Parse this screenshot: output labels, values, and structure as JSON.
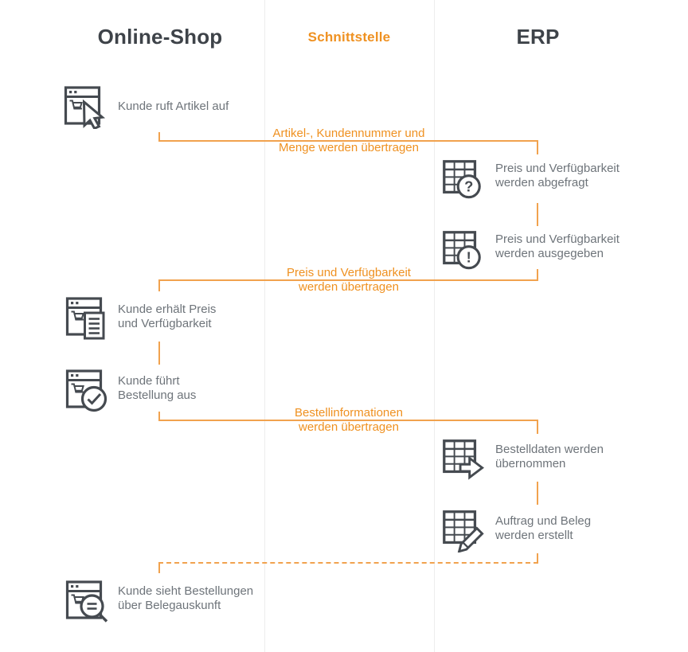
{
  "header": {
    "shop": "Online-Shop",
    "interface": "Schnittstelle",
    "erp": "ERP"
  },
  "colors": {
    "accent_orange_text": "#ef9121",
    "accent_orange_line": "#f1a24e",
    "heading_dark": "#3e4349",
    "body_gray": "#6e747a",
    "icon_stroke": "#454a50",
    "divider_gray": "#ededed"
  },
  "shop_steps": [
    {
      "icon": "browser-cart-cursor-icon",
      "text": "Kunde ruft Artikel auf"
    },
    {
      "icon": "browser-document-icon",
      "text": "Kunde erhält Preis\nund Verfügbarkeit"
    },
    {
      "icon": "browser-check-icon",
      "text": "Kunde führt\nBestellung aus"
    },
    {
      "icon": "browser-search-icon",
      "text": "Kunde sieht Bestellungen\nüber Belegauskunft"
    }
  ],
  "erp_steps": [
    {
      "icon": "table-question-icon",
      "text": "Preis und Verfügbarkeit\nwerden abgefragt"
    },
    {
      "icon": "table-exclamation-icon",
      "text": "Preis und Verfügbarkeit\nwerden ausgegeben"
    },
    {
      "icon": "table-arrow-icon",
      "text": "Bestelldaten werden\nübernommen"
    },
    {
      "icon": "table-pencil-icon",
      "text": "Auftrag und Beleg\nwerden erstellt"
    }
  ],
  "transfers": [
    {
      "text": "Artikel-, Kundennummer und\nMenge werden übertragen",
      "direction": "shop-to-erp",
      "style": "solid"
    },
    {
      "text": "Preis und Verfügbarkeit\nwerden übertragen",
      "direction": "erp-to-shop",
      "style": "solid"
    },
    {
      "text": "Bestellinformationen\nwerden übertragen",
      "direction": "shop-to-erp",
      "style": "solid"
    },
    {
      "text": "",
      "direction": "erp-to-shop",
      "style": "dashed"
    }
  ]
}
